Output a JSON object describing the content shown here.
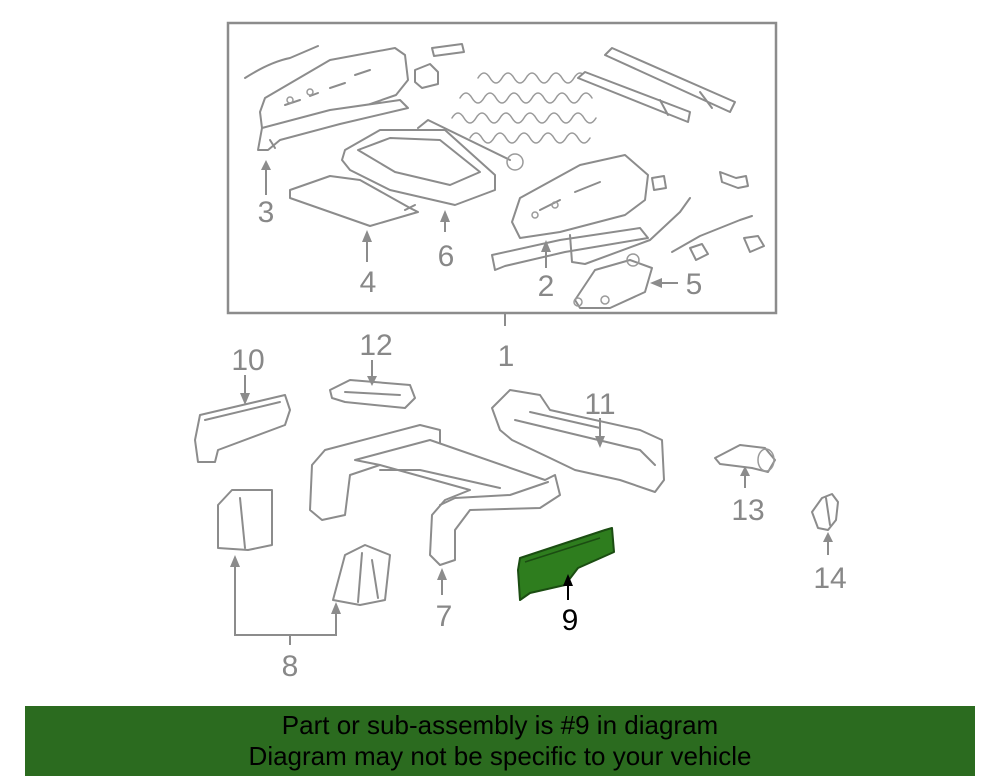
{
  "diagram": {
    "callouts": {
      "c1": "1",
      "c2": "2",
      "c3": "3",
      "c4": "4",
      "c5": "5",
      "c6": "6",
      "c7": "7",
      "c8": "8",
      "c9": "9",
      "c10": "10",
      "c11": "11",
      "c12": "12",
      "c13": "13",
      "c14": "14"
    },
    "highlighted_part": "9",
    "highlight_color": "#2e7d1e"
  },
  "banner": {
    "line1": "Part or sub-assembly is #9 in diagram",
    "line2": "Diagram may not be specific to your vehicle",
    "background": "#2b6b1f"
  }
}
